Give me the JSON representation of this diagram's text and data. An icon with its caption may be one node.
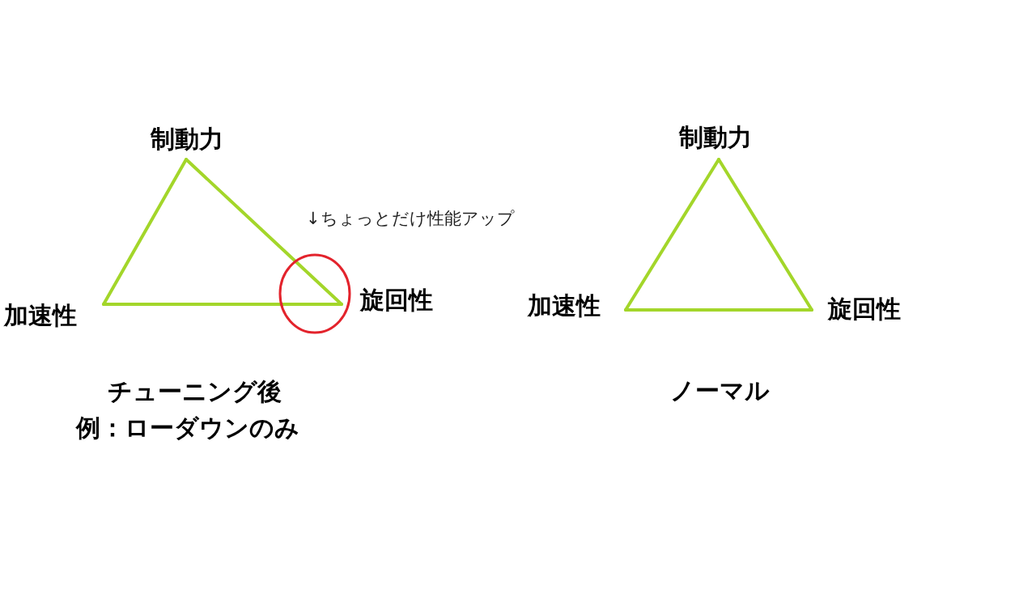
{
  "diagram": {
    "nodes": [
      {
        "text": [
          "制動力"
        ]
      },
      {
        "text": [
          "加速性"
        ]
      },
      {
        "text": [
          "旋回性"
        ]
      },
      {
        "text": [
          "制動力"
        ]
      },
      {
        "text": [
          "加速性"
        ]
      },
      {
        "text": [
          "旋回性"
        ]
      }
    ],
    "edges": [
      {
        "from": 0,
        "to": 1,
        "arrow": "none"
      },
      {
        "from": 0,
        "to": 2,
        "arrow": "none"
      },
      {
        "from": 1,
        "to": 2,
        "arrow": "none"
      },
      {
        "from": 3,
        "to": 4,
        "arrow": "none"
      },
      {
        "from": 3,
        "to": 5,
        "arrow": "none"
      },
      {
        "from": 4,
        "to": 5,
        "arrow": "none"
      }
    ],
    "labels": [
      "↓ちょっとだけ性能アップ",
      "チューニング後",
      "例：ローダウンのみ",
      "ノーマル"
    ]
  }
}
